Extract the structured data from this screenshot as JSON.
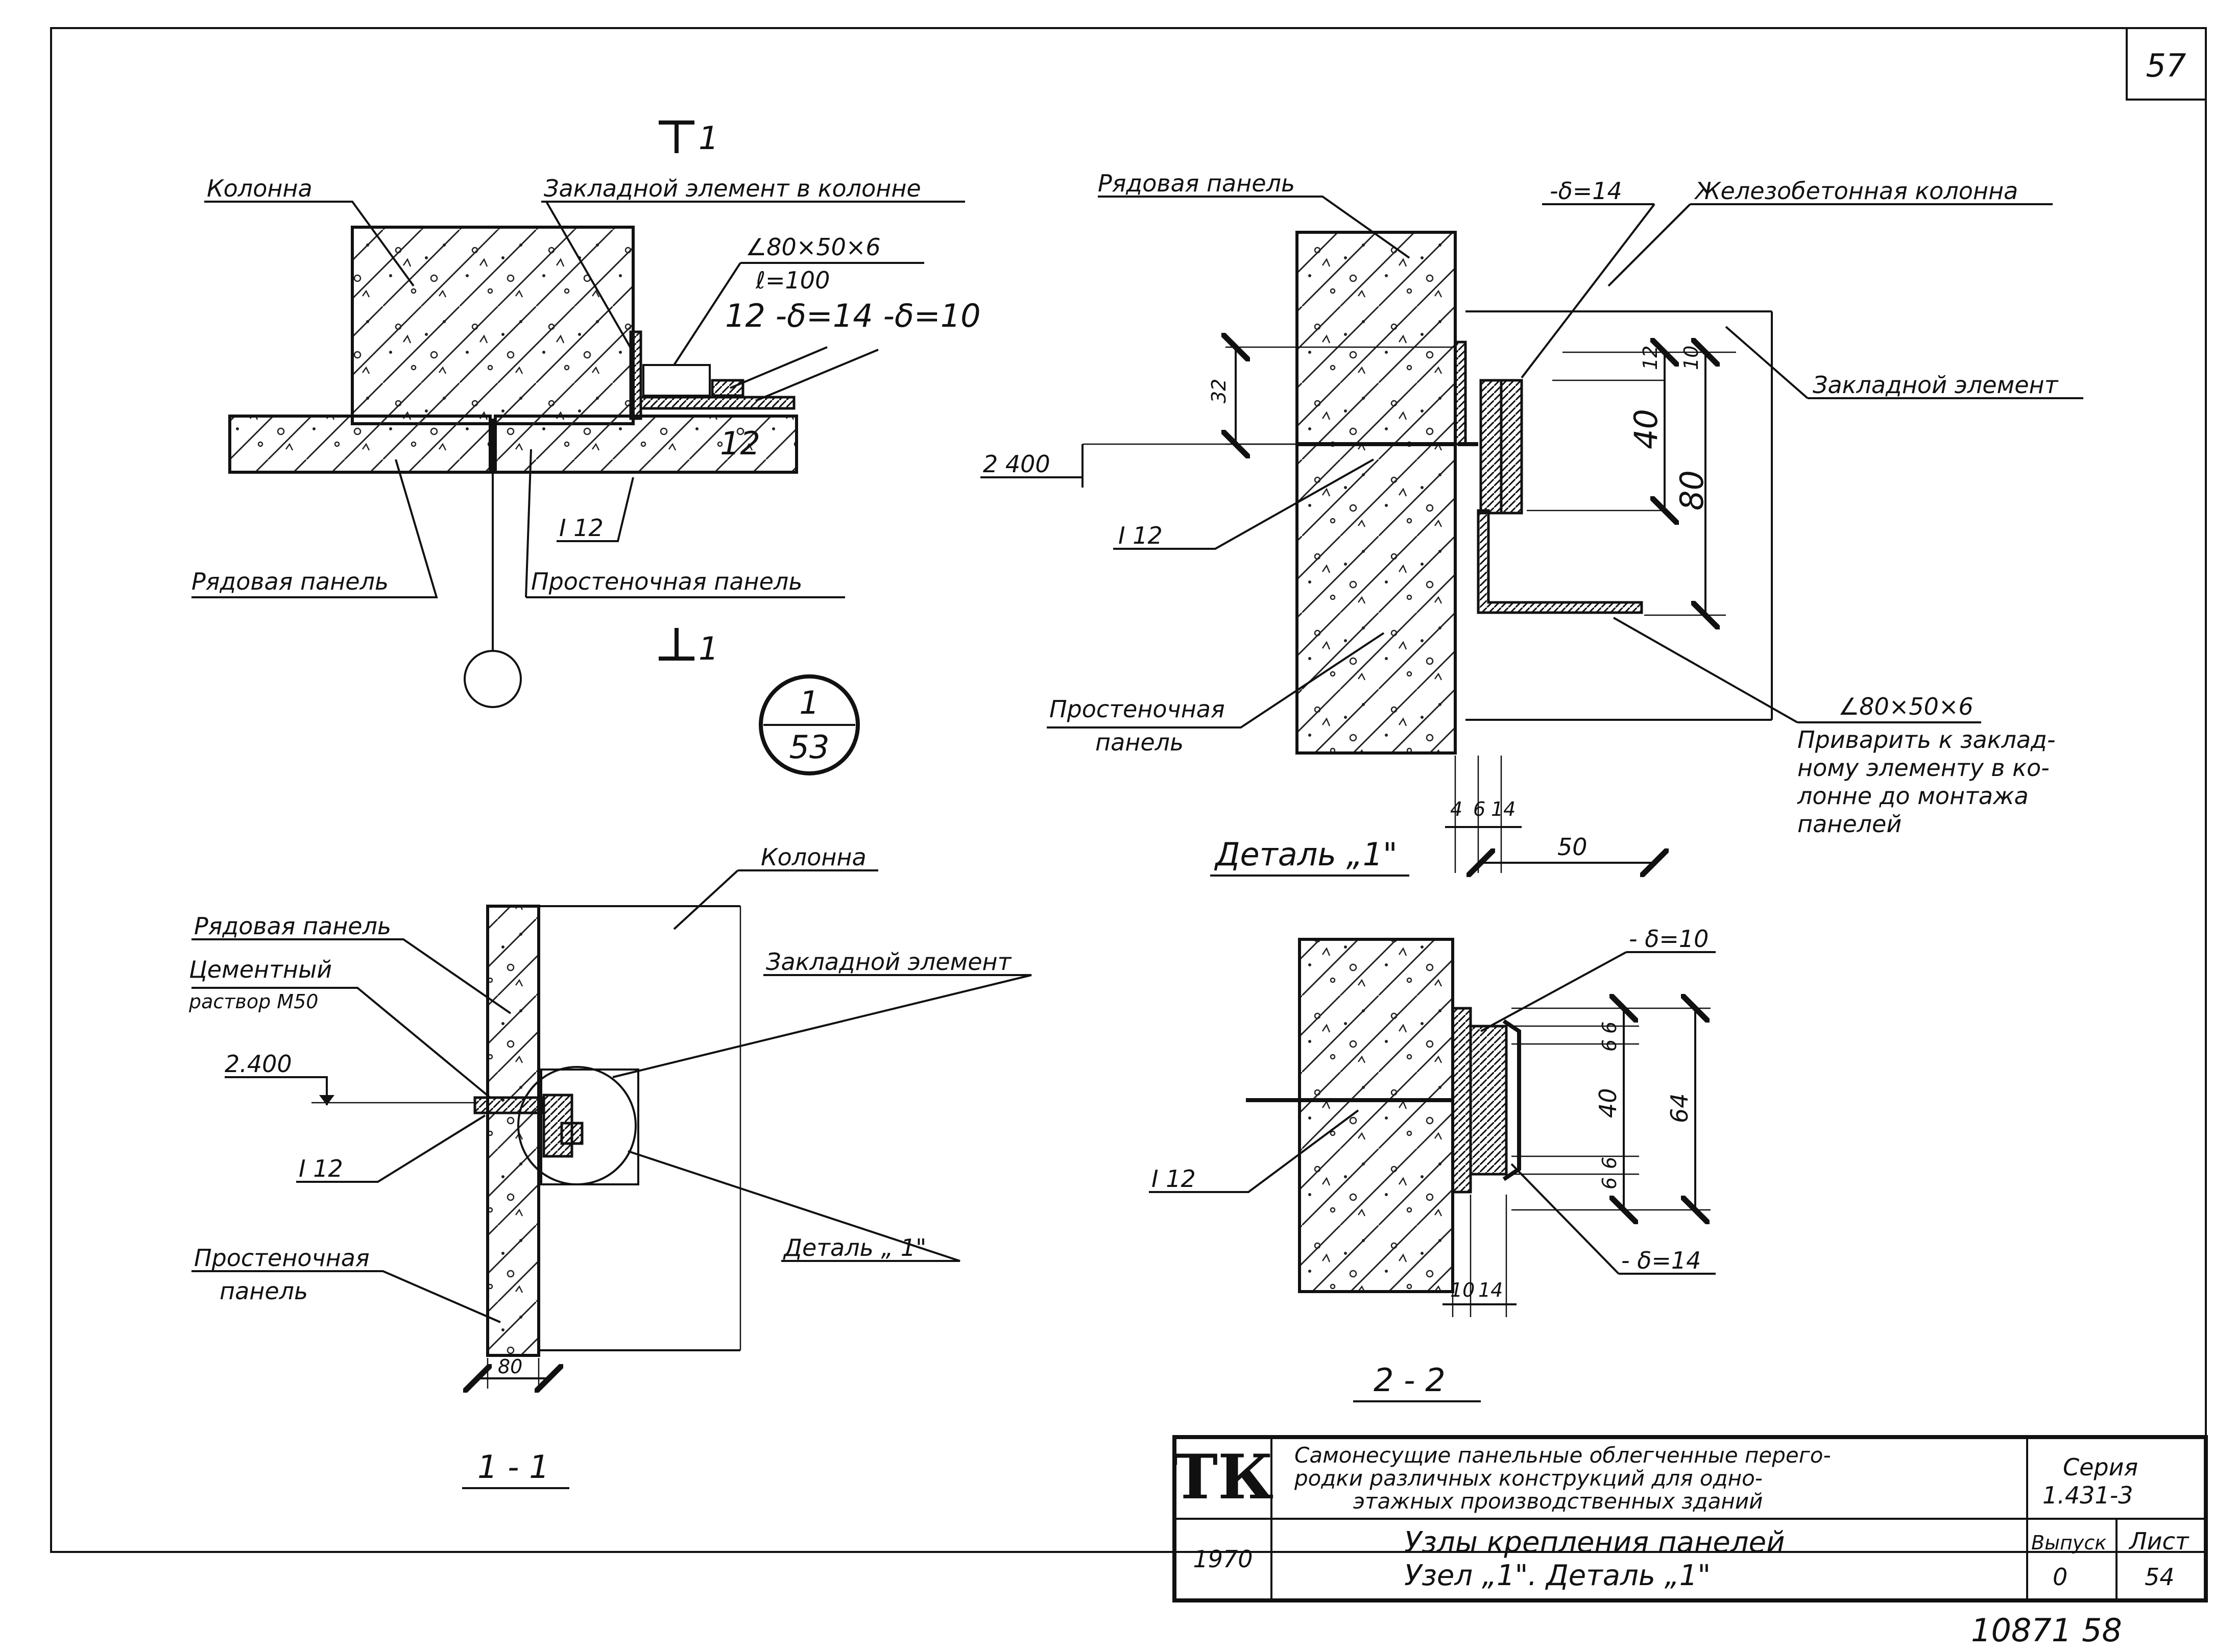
{
  "page": {
    "number": "57",
    "bottom_number": "10871 58"
  },
  "plan": {
    "section_mark": "1",
    "labels": {
      "column": "Колонна",
      "embedded": "Закладной элемент в колонне",
      "angle": "∠80×50×6",
      "angle_len": "ℓ=100",
      "marks": "12 -δ=14 -δ=10",
      "i12_right": "12",
      "i12": "I 12",
      "row_panel": "Рядовая панель",
      "pier_panel": "Простеночная панель"
    },
    "callout": {
      "top": "1",
      "bottom": "53"
    }
  },
  "detail1": {
    "labels": {
      "row_panel": "Рядовая панель",
      "plate": "-δ=14",
      "rc_column": "Железобетонная колонна",
      "embedded": "Закладной элемент",
      "level": "2 400",
      "i12": "I 12",
      "pier_panel_1": "Простеночная",
      "pier_panel_2": "панель",
      "angle": "∠80×50×6",
      "note_1": "Приварить к заклад-",
      "note_2": "ному элементу в ко-",
      "note_3": "лонне до монтажа",
      "note_4": "панелей",
      "title": "Деталь „1\""
    },
    "dims": {
      "d32": "32",
      "d12": "12",
      "d10": "10",
      "d40": "40",
      "d80": "80",
      "d4": "4",
      "d6": "6",
      "d14": "14",
      "d50": "50"
    }
  },
  "section11": {
    "labels": {
      "column": "Колонна",
      "row_panel": "Рядовая панель",
      "mortar_1": "Цементный",
      "mortar_2": "раствор М50",
      "embedded": "Закладной элемент",
      "level": "2.400",
      "i12": "I 12",
      "detail_ref": "Деталь „ 1\"",
      "pier_panel_1": "Простеночная",
      "pier_panel_2": "панель",
      "title": "1 - 1"
    },
    "dims": {
      "d80": "80"
    }
  },
  "section22": {
    "labels": {
      "plate10": "- δ=10",
      "i12": "I 12",
      "plate14": "- δ=14",
      "title": "2 - 2"
    },
    "dims": {
      "d6a": "6",
      "d6b": "6",
      "d40": "40",
      "d64": "64",
      "d6c": "6",
      "d6d": "6",
      "d10": "10",
      "d14": "14"
    }
  },
  "title_block": {
    "logo": "ТК",
    "line1": "Самонесущие панельные облегченные перего-",
    "line2": "родки различных конструкций для одно-",
    "line3": "этажных производственных зданий",
    "series_label": "Серия",
    "series_value": "1.431-3",
    "year": "1970",
    "node_title_1": "Узлы крепления панелей",
    "node_title_2": "Узел „1\". Деталь „1\"",
    "issue_label": "Выпуск",
    "issue_value": "0",
    "sheet_label": "Лист",
    "sheet_value": "54"
  }
}
